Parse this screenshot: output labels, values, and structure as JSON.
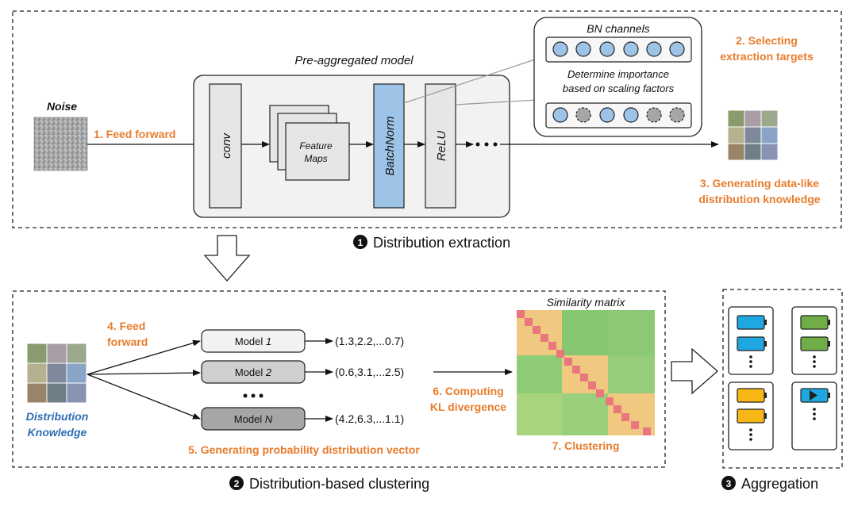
{
  "stage1": {
    "noise_label": "Noise",
    "feed_forward": "1. Feed forward",
    "model_title": "Pre-aggregated model",
    "conv": "conv",
    "feature_maps_1": "Feature",
    "feature_maps_2": "Maps",
    "batchnorm": "BatchNorm",
    "relu": "ReLU",
    "bn_channels": "BN channels",
    "importance_1": "Determine importance",
    "importance_2": "based on scaling factors",
    "selecting_1": "2. Selecting",
    "selecting_2": "extraction targets",
    "generating_1": "3. Generating data-like",
    "generating_2": "distribution knowledge",
    "marker": "1",
    "caption": "Distribution extraction"
  },
  "stage2": {
    "dk_1": "Distribution",
    "dk_2": "Knowledge",
    "feed_1": "4. Feed",
    "feed_2": "forward",
    "models": [
      {
        "label": "Model",
        "idx": "1",
        "vector": "(1.3,2.2,...0.7)"
      },
      {
        "label": "Model",
        "idx": "2",
        "vector": "(0.6,3.1,...2.5)"
      },
      {
        "label": "Model",
        "idx": "N",
        "vector": "(4.2,6.3,...1.1)"
      }
    ],
    "generating_vec": "5. Generating probability distribution vector",
    "kl_1": "6. Computing",
    "kl_2": "KL divergence",
    "sim_title": "Similarity matrix",
    "clustering": "7. Clustering",
    "marker": "2",
    "caption": "Distribution-based  clustering"
  },
  "stage3": {
    "marker": "3",
    "caption": "Aggregation"
  },
  "colors": {
    "orange": "#e87c2c",
    "blue_text": "#2e6db4",
    "bn_fill": "#9dc3e6",
    "node_fill": "#9dc3e6",
    "phone_blue": "#1ea7e1",
    "phone_green": "#70ad47",
    "phone_yellow": "#f7b614"
  }
}
